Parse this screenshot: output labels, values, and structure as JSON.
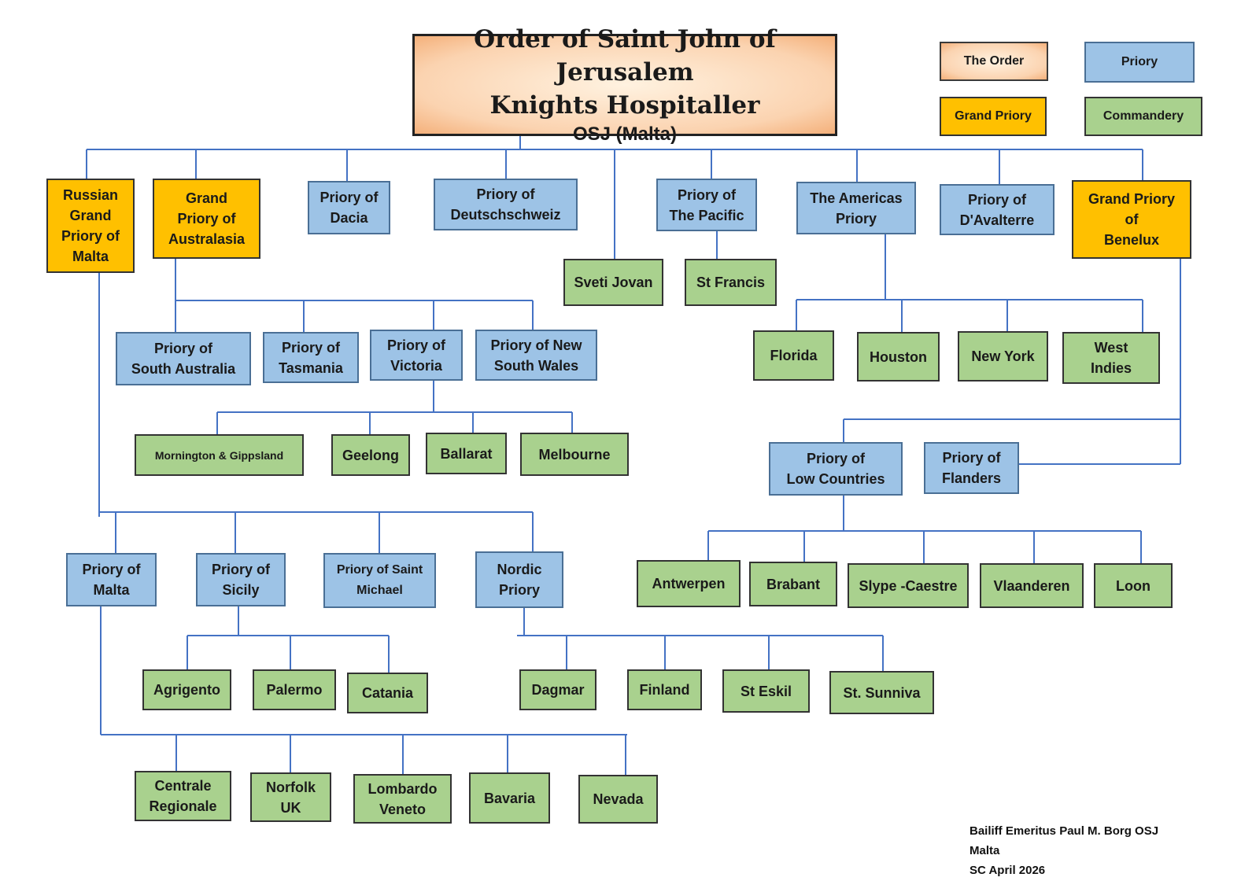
{
  "title": {
    "line1": "Order of Saint John of Jerusalem",
    "line2": "Knights Hospitaller",
    "line3": "OSJ (Malta)"
  },
  "legend": {
    "order": "The Order",
    "priory": "Priory",
    "grand_priory": "Grand Priory",
    "commandery": "Commandery"
  },
  "nodes": {
    "russian": "Russian\nGrand\nPriory of\nMalta",
    "australasia": "Grand\nPriory of\nAustralasia",
    "dacia": "Priory of\nDacia",
    "deutschschweiz": "Priory of\nDeutschschweiz",
    "sveti_jovan": "Sveti Jovan",
    "pacific": "Priory of\nThe Pacific",
    "st_francis": "St Francis",
    "americas": "The Americas\nPriory",
    "davalterre": "Priory of\nD'Avalterre",
    "benelux": "Grand Priory\nof\nBenelux",
    "south_australia": "Priory of\nSouth Australia",
    "tasmania": "Priory of\nTasmania",
    "victoria": "Priory of\nVictoria",
    "nsw": "Priory of New\nSouth Wales",
    "florida": "Florida",
    "houston": "Houston",
    "new_york": "New York",
    "west_indies": "West\nIndies",
    "mornington": "Mornington & Gippsland",
    "geelong": "Geelong",
    "ballarat": "Ballarat",
    "melbourne": "Melbourne",
    "low_countries": "Priory of\nLow Countries",
    "flanders": "Priory of\nFlanders",
    "malta": "Priory of\nMalta",
    "sicily": "Priory of\nSicily",
    "saint_michael": "Priory of Saint\nMichael",
    "nordic": "Nordic\nPriory",
    "antwerpen": "Antwerpen",
    "brabant": "Brabant",
    "slype": "Slype -Caestre",
    "vlaanderen": "Vlaanderen",
    "loon": "Loon",
    "agrigento": "Agrigento",
    "palermo": "Palermo",
    "catania": "Catania",
    "dagmar": "Dagmar",
    "finland": "Finland",
    "st_eskil": "St Eskil",
    "st_sunniva": "St. Sunniva",
    "centrale": "Centrale\nRegionale",
    "norfolk": "Norfolk\nUK",
    "lombardo": "Lombardo\nVeneto",
    "bavaria": "Bavaria",
    "nevada": "Nevada"
  },
  "footer": {
    "line1": "Bailiff Emeritus Paul M. Borg OSJ",
    "line2": "Malta",
    "line3": "SC April 2026"
  },
  "colors": {
    "order": "#fbd3b0",
    "priory": "#9dc3e6",
    "grand_priory": "#ffc000",
    "commandery": "#a9d18e",
    "connector": "#4472c4"
  }
}
